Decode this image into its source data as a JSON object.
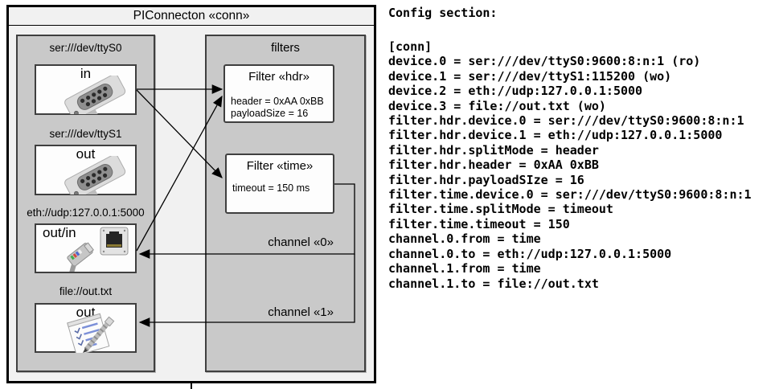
{
  "diagram": {
    "title": "PIConnecton «conn»",
    "devices_panel": {
      "devices": [
        {
          "label": "ser:///dev/ttyS0",
          "port": "in",
          "icon": "serial-connector-icon"
        },
        {
          "label": "ser:///dev/ttyS1",
          "port": "out",
          "icon": "serial-connector-icon"
        },
        {
          "label": "eth://udp:127.0.0.1:5000",
          "port": "out/in",
          "icon": "ethernet-connector-icon"
        },
        {
          "label": "file://out.txt",
          "port": "out",
          "icon": "notepad-icon"
        }
      ]
    },
    "filters_panel": {
      "title": "filters",
      "filters": [
        {
          "title": "Filter «hdr»",
          "attributes": [
            "header = 0xAA 0xBB",
            "payloadSize = 16"
          ]
        },
        {
          "title": "Filter «time»",
          "attributes": [
            "timeout = 150 ms"
          ]
        }
      ],
      "channels": [
        {
          "label": "channel «0»"
        },
        {
          "label": "channel «1»"
        }
      ]
    }
  },
  "config": {
    "heading": "Config section:",
    "lines": [
      "[conn]",
      "device.0 = ser:///dev/ttyS0:9600:8:n:1 (ro)",
      "device.1 = ser:///dev/ttyS1:115200 (wo)",
      "device.2 = eth://udp:127.0.0.1:5000",
      "device.3 = file://out.txt (wo)",
      "filter.hdr.device.0 = ser:///dev/ttyS0:9600:8:n:1",
      "filter.hdr.device.1 = eth://udp:127.0.0.1:5000",
      "filter.hdr.splitMode = header",
      "filter.hdr.header = 0xAA 0xBB",
      "filter.hdr.payloadSIze = 16",
      "filter.time.device.0 = ser:///dev/ttyS0:9600:8:n:1",
      "filter.time.splitMode = timeout",
      "filter.time.timeout = 150",
      "channel.0.from = time",
      "channel.0.to = eth://udp:127.0.0.1:5000",
      "channel.1.from = time",
      "channel.1.to = file://out.txt"
    ]
  },
  "colors": {
    "diagram_background": "#f1f1f1",
    "panel_background": "#c9c9c9",
    "box_background": "#fdfdfd",
    "border": "#000000",
    "text": "#000000"
  }
}
